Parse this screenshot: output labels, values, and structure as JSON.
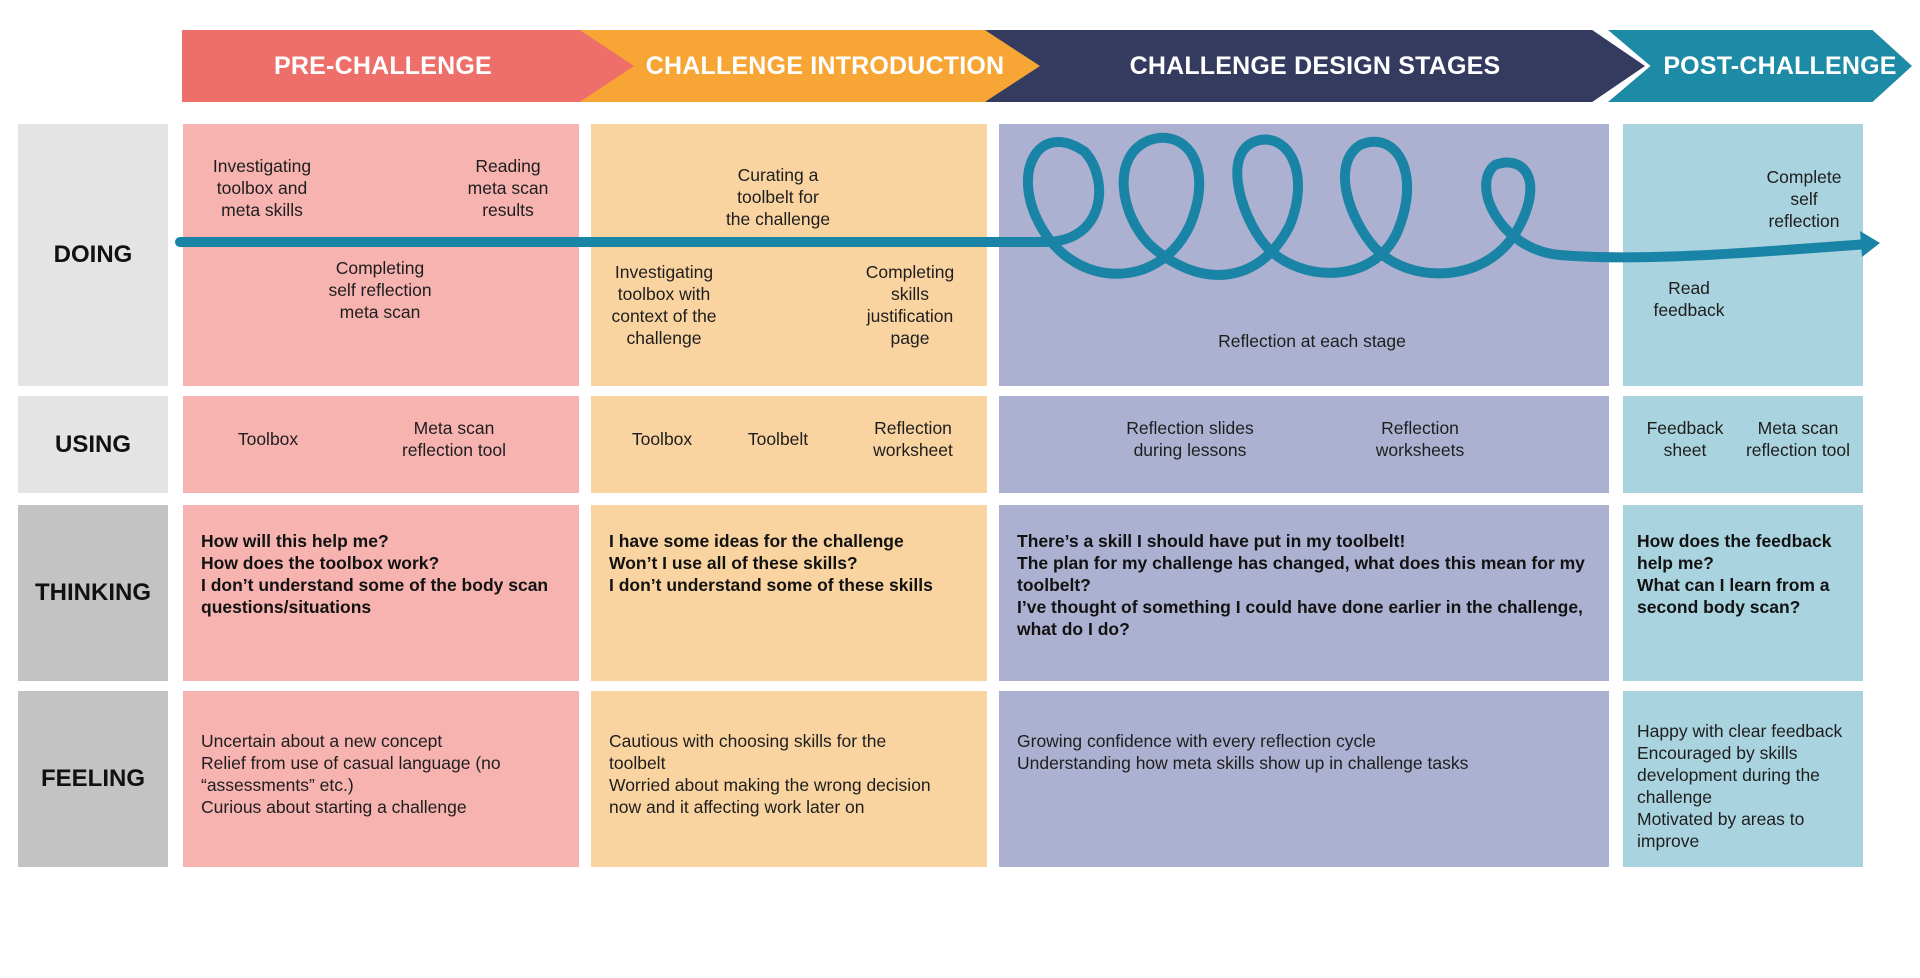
{
  "colors": {
    "pre": "#ee6f6a",
    "intro": "#f7a534",
    "design": "#343b5e",
    "post": "#1d8aa6",
    "pre_cell": "#f6b3b0",
    "intro_cell": "#fad4a0",
    "design_cell": "#adb1d1",
    "post_cell": "#a9d3df",
    "label_light": "#e4e4e4",
    "label_dark": "#c3c3c3",
    "line": "#1a84a6"
  },
  "stages": [
    "PRE-CHALLENGE",
    "CHALLENGE INTRODUCTION",
    "CHALLENGE DESIGN STAGES",
    "POST-CHALLENGE"
  ],
  "rows": [
    "DOING",
    "USING",
    "THINKING",
    "FEELING"
  ],
  "doing": {
    "pre": [
      "Investigating\ntoolbox and\nmeta skills",
      "Reading\nmeta scan\nresults",
      "Completing\nself reflection\nmeta scan"
    ],
    "intro": [
      "Curating a\ntoolbelt for\nthe challenge",
      "Investigating\ntoolbox with\ncontext of the\nchallenge",
      "Completing\nskills\njustification\npage"
    ],
    "design": [
      "Reflection at each stage"
    ],
    "post": [
      "Complete\nself\nreflection",
      "Read\nfeedback"
    ]
  },
  "using": {
    "pre": [
      "Toolbox",
      "Meta scan\nreflection tool"
    ],
    "intro": [
      "Toolbox",
      "Toolbelt",
      "Reflection\nworksheet"
    ],
    "design": [
      "Reflection slides\nduring lessons",
      "Reflection\nworksheets"
    ],
    "post": [
      "Feedback\nsheet",
      "Meta scan\nreflection tool"
    ]
  },
  "thinking": {
    "pre": "How will this help me?\nHow does the toolbox work?\nI don’t understand some of the body scan\nquestions/situations",
    "intro": "I have some ideas for the challenge\nWon’t I use all of these skills?\nI don’t understand some of these skills",
    "design": "There’s a skill I should have put in my toolbelt!\nThe plan for my challenge has changed, what does this mean for my\ntoolbelt?\nI’ve thought of something I could have done earlier in the challenge,\nwhat do I do?",
    "post": "How does the feedback\nhelp me?\nWhat can I learn from a\nsecond body scan?"
  },
  "feeling": {
    "pre": "Uncertain about a new concept\nRelief from use of casual language (no\n“assessments” etc.)\nCurious about starting a challenge",
    "intro": "Cautious with choosing skills for the\ntoolbelt\nWorried about making the wrong decision\nnow and it affecting work later on",
    "design": "Growing confidence with every reflection cycle\nUnderstanding how meta skills show up in challenge tasks",
    "post": "Happy with clear feedback\nEncouraged by skills\ndevelopment during the\nchallenge\nMotivated by areas to\nimprove"
  }
}
